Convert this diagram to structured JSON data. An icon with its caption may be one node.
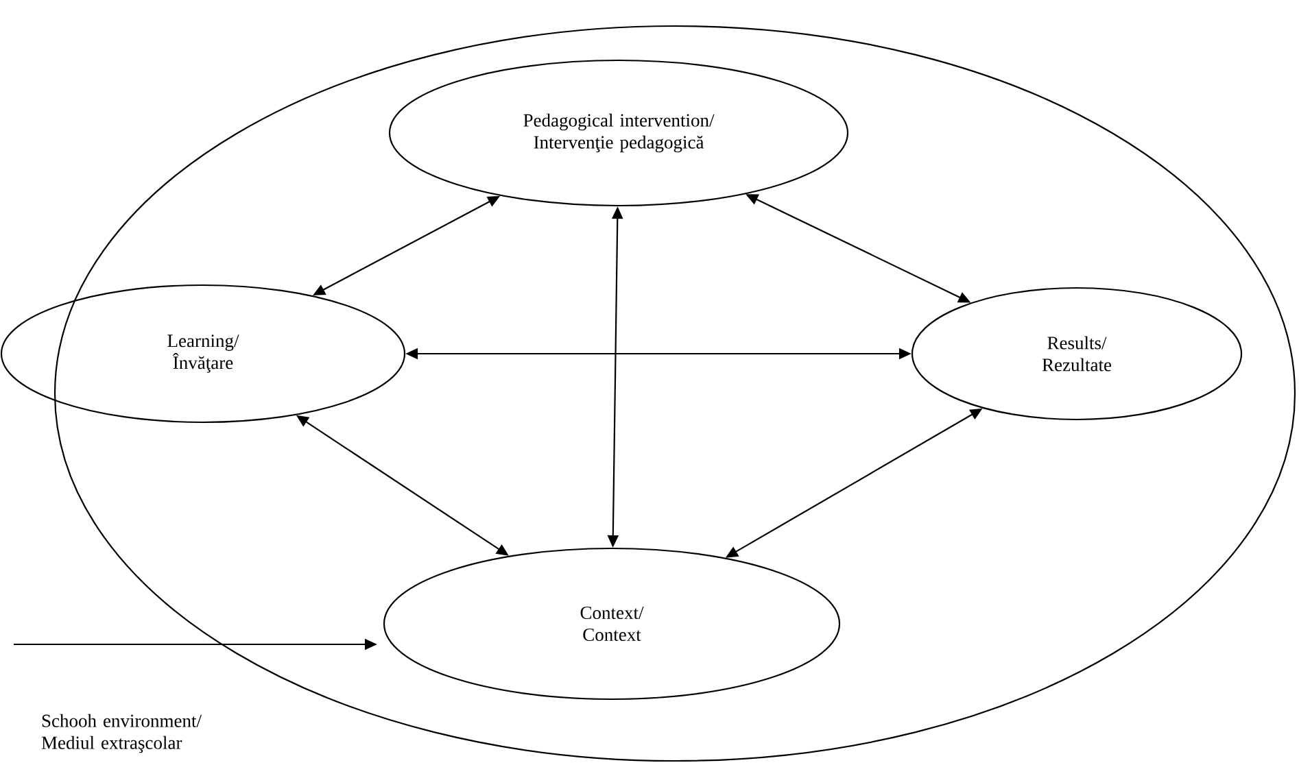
{
  "diagram": {
    "nodes": [
      {
        "text": [],
        "shape": "ellipse"
      },
      {
        "text": [
          "Pedagogical intervention/ Intervenţie pedagogică"
        ],
        "in": 0
      },
      {
        "text": [
          "Learning/ Învăţare"
        ],
        "in": 0
      },
      {
        "text": [
          "Results/ Rezultate"
        ],
        "in": 0
      },
      {
        "text": [
          "Context/ Context"
        ],
        "in": 0
      }
    ],
    "labels": [
      "Schooh environment/ Mediul extraşcolar"
    ],
    "edges": [
      {
        "from": 1,
        "to": 2,
        "arrow": "both"
      },
      {
        "from": 1,
        "to": 3,
        "arrow": "both"
      },
      {
        "from": 1,
        "to": 4,
        "arrow": "both"
      },
      {
        "from": 2,
        "to": 3,
        "arrow": "both"
      },
      {
        "from": 2,
        "to": 4,
        "arrow": "both"
      },
      {
        "from": 3,
        "to": 4,
        "arrow": "both"
      },
      {
        "from": null,
        "to": 0,
        "arrow": "to"
      }
    ]
  }
}
